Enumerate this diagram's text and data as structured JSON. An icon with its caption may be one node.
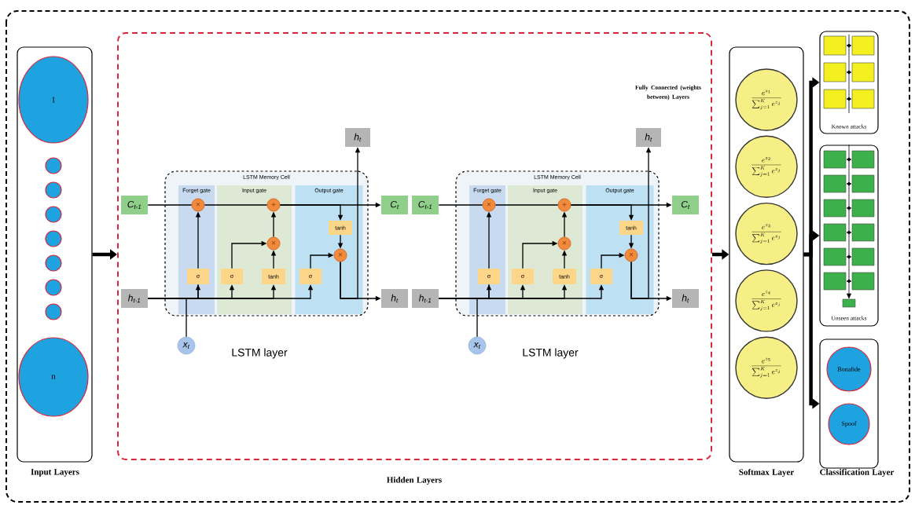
{
  "diagram": {
    "nodes": [
      {
        "text": [
          "Input Layers"
        ]
      },
      {
        "text": [
          "1"
        ],
        "in": 0
      },
      {
        "text": [],
        "shape": "circle",
        "in": 0
      },
      {
        "text": [],
        "shape": "circle",
        "in": 0
      },
      {
        "text": [],
        "shape": "circle",
        "in": 0
      },
      {
        "text": [],
        "shape": "circle",
        "in": 0
      },
      {
        "text": [],
        "shape": "circle",
        "in": 0
      },
      {
        "text": [],
        "shape": "circle",
        "in": 0
      },
      {
        "text": [],
        "shape": "circle",
        "in": 0
      },
      {
        "text": [
          "n"
        ],
        "in": 0
      },
      {
        "text": [
          "Hidden Layers"
        ]
      },
      {
        "text": [
          "LSTM Memory Cell"
        ],
        "beside": [
          "LSTM layer"
        ],
        "in": 10
      },
      {
        "text": [
          "Forget gate"
        ],
        "in": 11
      },
      {
        "text": [
          "Input gate"
        ],
        "in": 11
      },
      {
        "text": [
          "Output gate"
        ],
        "in": 11
      },
      {
        "text": [
          "×"
        ],
        "in": 12
      },
      {
        "text": [
          "σ"
        ],
        "in": 12
      },
      {
        "text": [
          "σ"
        ],
        "in": 13
      },
      {
        "text": [
          "tanh"
        ],
        "in": 13
      },
      {
        "text": [
          "×"
        ],
        "in": 13
      },
      {
        "text": [
          "+"
        ],
        "in": 13
      },
      {
        "text": [
          "σ"
        ],
        "in": 14
      },
      {
        "text": [
          "tanh"
        ],
        "in": 14
      },
      {
        "text": [
          "×"
        ],
        "in": 14
      },
      {
        "text": [
          "C$_{t-1}$"
        ],
        "in": 10
      },
      {
        "text": [
          "h$_{t-1}$"
        ],
        "in": 10
      },
      {
        "text": [
          "x$_{t}$"
        ],
        "in": 10
      },
      {
        "text": [
          "h$_{t}$"
        ],
        "in": 10
      },
      {
        "text": [
          "C$_{t}$"
        ],
        "in": 10
      },
      {
        "text": [
          "h$_{t}$"
        ],
        "in": 10
      },
      {
        "text": [
          "LSTM Memory Cell"
        ],
        "beside": [
          "LSTM layer"
        ],
        "in": 10
      },
      {
        "text": [
          "Forget gate"
        ],
        "in": 30
      },
      {
        "text": [
          "Input gate"
        ],
        "in": 30
      },
      {
        "text": [
          "Output gate"
        ],
        "in": 30
      },
      {
        "text": [
          "×"
        ],
        "in": 31
      },
      {
        "text": [
          "σ"
        ],
        "in": 31
      },
      {
        "text": [
          "σ"
        ],
        "in": 32
      },
      {
        "text": [
          "tanh"
        ],
        "in": 32
      },
      {
        "text": [
          "×"
        ],
        "in": 32
      },
      {
        "text": [
          "+"
        ],
        "in": 32
      },
      {
        "text": [
          "σ"
        ],
        "in": 33
      },
      {
        "text": [
          "tanh"
        ],
        "in": 33
      },
      {
        "text": [
          "×"
        ],
        "in": 33
      },
      {
        "text": [
          "C$_{t-1}$"
        ],
        "in": 10
      },
      {
        "text": [
          "h$_{t-1}$"
        ],
        "in": 10
      },
      {
        "text": [
          "x$_{t}$"
        ],
        "in": 10
      },
      {
        "text": [
          "h$_{t}$"
        ],
        "in": 10
      },
      {
        "text": [
          "C$_{t}$"
        ],
        "in": 10
      },
      {
        "text": [
          "h$_{t}$"
        ],
        "in": 10
      },
      {
        "text": [
          "Softmax Layer"
        ]
      },
      {
        "text": [
          "\\frac{e^{z_1}}{\\sum_{j=1}^{K} e^{z_j}}"
        ],
        "in": 49
      },
      {
        "text": [
          "\\frac{e^{z_2}}{\\sum_{j=1}^{K} e^{z_j}}"
        ],
        "in": 49
      },
      {
        "text": [
          "\\frac{e^{z_3}}{\\sum_{j=1}^{K} e^{z_j}}"
        ],
        "in": 49
      },
      {
        "text": [
          "\\frac{e^{z_4}}{\\sum_{j=1}^{K} e^{z_j}}"
        ],
        "in": 49
      },
      {
        "text": [
          "\\frac{e^{z_5}}{\\sum_{j=1}^{K} e^{z_j}}"
        ],
        "in": 49
      },
      {
        "text": [
          "Known attacks"
        ]
      },
      {
        "text": [],
        "shape": "box",
        "in": 55
      },
      {
        "text": [],
        "shape": "box",
        "in": 55
      },
      {
        "text": [],
        "shape": "box",
        "in": 55
      },
      {
        "text": [],
        "shape": "box",
        "in": 55
      },
      {
        "text": [],
        "shape": "box",
        "in": 55
      },
      {
        "text": [],
        "shape": "box",
        "in": 55
      },
      {
        "text": [
          "Unseen attacks"
        ]
      },
      {
        "text": [],
        "shape": "box",
        "in": 62
      },
      {
        "text": [],
        "shape": "box",
        "in": 62
      },
      {
        "text": [],
        "shape": "box",
        "in": 62
      },
      {
        "text": [],
        "shape": "box",
        "in": 62
      },
      {
        "text": [],
        "shape": "box",
        "in": 62
      },
      {
        "text": [],
        "shape": "box",
        "in": 62
      },
      {
        "text": [],
        "shape": "box",
        "in": 62
      },
      {
        "text": [],
        "shape": "box",
        "in": 62
      },
      {
        "text": [],
        "shape": "box",
        "in": 62
      },
      {
        "text": [],
        "shape": "box",
        "in": 62
      },
      {
        "text": [],
        "shape": "box",
        "in": 62
      },
      {
        "text": [],
        "shape": "box",
        "in": 62
      },
      {
        "text": [],
        "shape": "box",
        "in": 62
      },
      {
        "text": [
          "Classification Layer"
        ]
      },
      {
        "text": [
          "Bonafide"
        ],
        "in": 76
      },
      {
        "text": [
          "Spoof"
        ],
        "in": 76
      }
    ],
    "edges": [
      {
        "from": 24,
        "to": 15,
        "arrow": "none"
      },
      {
        "from": 15,
        "to": 20,
        "arrow": "none"
      },
      {
        "from": 20,
        "to": 28,
        "arrow": "to"
      },
      {
        "from": 20,
        "to": 22,
        "arrow": "to"
      },
      {
        "from": 25,
        "to": 16,
        "arrow": "to"
      },
      {
        "from": 25,
        "to": 17,
        "arrow": "to"
      },
      {
        "from": 25,
        "to": 18,
        "arrow": "to"
      },
      {
        "from": 25,
        "to": 21,
        "arrow": "to"
      },
      {
        "from": 26,
        "to": 16,
        "arrow": "none"
      },
      {
        "from": 16,
        "to": 15,
        "arrow": "to"
      },
      {
        "from": 17,
        "to": 19,
        "arrow": "to"
      },
      {
        "from": 18,
        "to": 19,
        "arrow": "to"
      },
      {
        "from": 19,
        "to": 20,
        "arrow": "to"
      },
      {
        "from": 22,
        "to": 23,
        "arrow": "to"
      },
      {
        "from": 21,
        "to": 23,
        "arrow": "to"
      },
      {
        "from": 23,
        "to": 29,
        "arrow": "to"
      },
      {
        "from": 23,
        "to": 27,
        "arrow": "to"
      },
      {
        "from": 43,
        "to": 34,
        "arrow": "none"
      },
      {
        "from": 34,
        "to": 39,
        "arrow": "none"
      },
      {
        "from": 39,
        "to": 47,
        "arrow": "to"
      },
      {
        "from": 39,
        "to": 41,
        "arrow": "to"
      },
      {
        "from": 44,
        "to": 35,
        "arrow": "to"
      },
      {
        "from": 44,
        "to": 36,
        "arrow": "to"
      },
      {
        "from": 44,
        "to": 37,
        "arrow": "to"
      },
      {
        "from": 44,
        "to": 40,
        "arrow": "to"
      },
      {
        "from": 45,
        "to": 35,
        "arrow": "none"
      },
      {
        "from": 35,
        "to": 34,
        "arrow": "to"
      },
      {
        "from": 36,
        "to": 38,
        "arrow": "to"
      },
      {
        "from": 37,
        "to": 38,
        "arrow": "to"
      },
      {
        "from": 38,
        "to": 39,
        "arrow": "to"
      },
      {
        "from": 41,
        "to": 42,
        "arrow": "to"
      },
      {
        "from": 40,
        "to": 42,
        "arrow": "to"
      },
      {
        "from": 42,
        "to": 48,
        "arrow": "to"
      },
      {
        "from": 42,
        "to": 46,
        "arrow": "to"
      },
      {
        "from": 0,
        "to": 10,
        "arrow": "to",
        "style": "thick"
      },
      {
        "from": 10,
        "to": 49,
        "arrow": "to",
        "style": "thick"
      },
      {
        "from": 49,
        "to": 55,
        "arrow": "to",
        "style": "thick"
      },
      {
        "from": 49,
        "to": 62,
        "arrow": "to",
        "style": "thick"
      },
      {
        "from": 49,
        "to": 76,
        "arrow": "to",
        "style": "thick"
      },
      {
        "from": 56,
        "to": 57,
        "arrow": "both"
      },
      {
        "from": 58,
        "to": 59,
        "arrow": "both"
      },
      {
        "from": 60,
        "to": 61,
        "arrow": "both"
      },
      {
        "from": 63,
        "to": 64,
        "arrow": "both"
      },
      {
        "from": 65,
        "to": 66,
        "arrow": "both"
      },
      {
        "from": 67,
        "to": 68,
        "arrow": "both"
      },
      {
        "from": 69,
        "to": 70,
        "arrow": "both"
      },
      {
        "from": 71,
        "to": 72,
        "arrow": "both"
      },
      {
        "from": 73,
        "to": 74,
        "arrow": "both"
      },
      {
        "from": 62,
        "to": 75,
        "arrow": "to"
      }
    ],
    "labels": [
      "Fully Connected (weights between) Layers"
    ]
  }
}
